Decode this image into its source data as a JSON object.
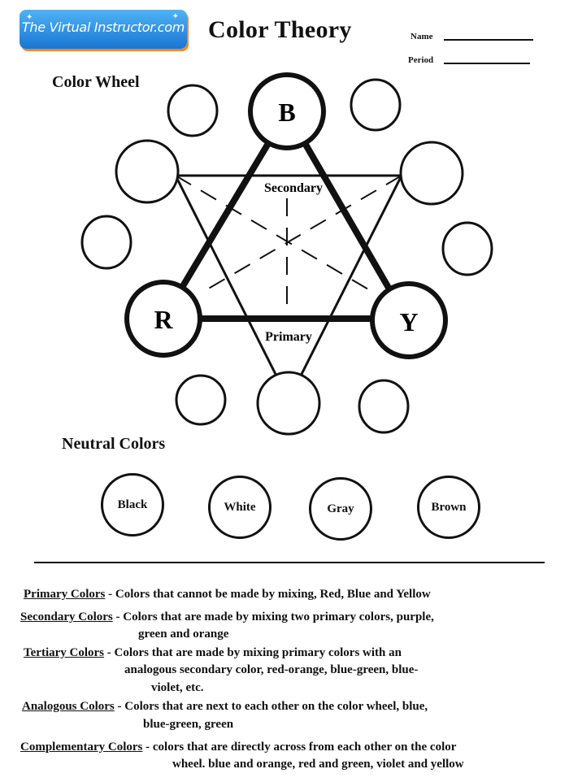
{
  "logo": {
    "text": "The Virtual Instructor.com"
  },
  "page": {
    "title": "Color Theory"
  },
  "fields": {
    "name_label": "Name",
    "period_label": "Period"
  },
  "sections": {
    "color_wheel": "Color Wheel",
    "neutral_colors": "Neutral Colors"
  },
  "wheel": {
    "blue": "B",
    "red": "R",
    "yellow": "Y",
    "secondary_label": "Secondary",
    "primary_label": "Primary"
  },
  "neutrals": [
    "Black",
    "White",
    "Gray",
    "Brown"
  ],
  "definitions": {
    "primary": {
      "term": "Primary Colors",
      "text": " - Colors that cannot be made by mixing, Red, Blue and Yellow"
    },
    "secondary": {
      "term": "Secondary Colors",
      "text": " - Colors that are made by mixing two primary colors, purple,",
      "cont": "green and orange"
    },
    "tertiary": {
      "term": "Tertiary Colors",
      "text": " - Colors that are made by mixing  primary colors with an",
      "cont1": "analogous secondary color, red-orange, blue-green, blue-",
      "cont2": "violet, etc."
    },
    "analogous": {
      "term": "Analogous  Colors",
      "text": " - Colors that are next to each other on the color wheel, blue,",
      "cont": "blue-green, green"
    },
    "complementary": {
      "term": "Complementary Colors",
      "text": " - colors that are directly across from each other on the color",
      "cont": "wheel. blue and orange, red and green, violet and yellow"
    }
  }
}
